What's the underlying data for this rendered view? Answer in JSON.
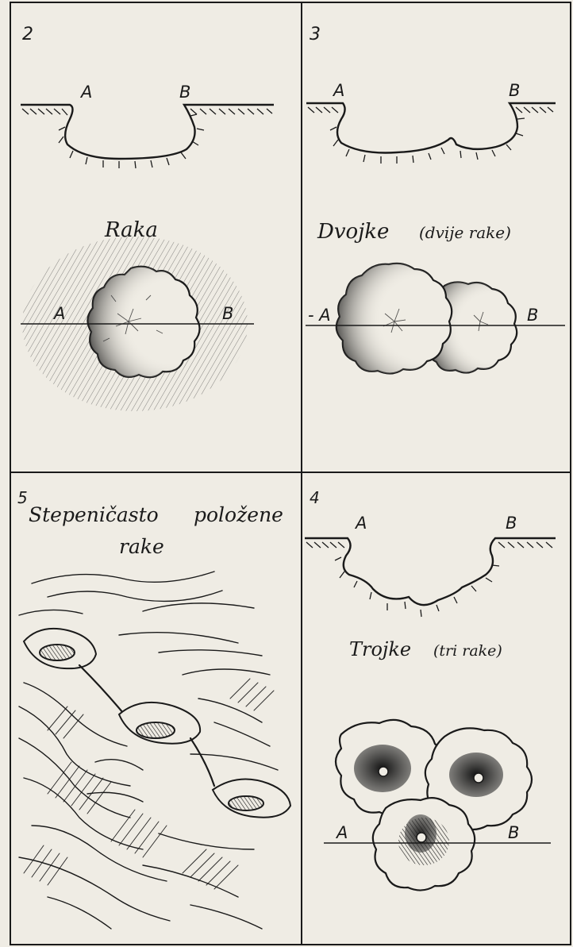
{
  "panels": [
    {
      "number": "2",
      "profile_labels": {
        "a": "A",
        "b": "B"
      },
      "title": "Raka",
      "plan_labels": {
        "a": "A",
        "b": "B"
      }
    },
    {
      "number": "3",
      "profile_labels": {
        "a": "A",
        "b": "B"
      },
      "title": "Dvojke",
      "subtitle": "(dvije rake)",
      "plan_labels": {
        "a": "- A",
        "b": "B"
      }
    },
    {
      "number": "5",
      "title_line1": "Stepeničasto",
      "title_line1b": "položene",
      "title_line2": "rake"
    },
    {
      "number": "4",
      "profile_labels": {
        "a": "A",
        "b": "B"
      },
      "title": "Trojke",
      "subtitle": "(tri rake)",
      "plan_labels": {
        "a": "A",
        "b": "B"
      }
    }
  ],
  "colors": {
    "paper": "#efece4",
    "ink": "#1a1a1a",
    "hatch": "#2b2b2b"
  }
}
